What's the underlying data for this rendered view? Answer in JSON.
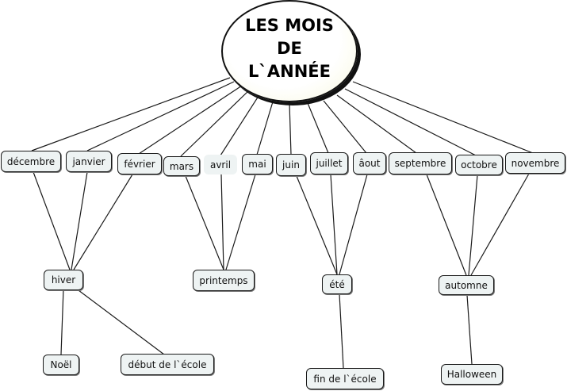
{
  "title": {
    "line1": "LES MOIS",
    "line2": "DE",
    "line3": "L`ANNÉE"
  },
  "months": {
    "decembre": "décembre",
    "janvier": "janvier",
    "fevrier": "février",
    "mars": "mars",
    "avril": "avril",
    "mai": "mai",
    "juin": "juin",
    "juillet": "juillet",
    "aout": "âout",
    "septembre": "septembre",
    "octobre": "octobre",
    "novembre": "novembre"
  },
  "seasons": {
    "hiver": "hiver",
    "printemps": "printemps",
    "ete": "été",
    "automne": "automne"
  },
  "events": {
    "noel": "Noël",
    "debut_ecole": "début de l`école",
    "fin_ecole": "fin de l`école",
    "halloween": "Halloween"
  }
}
